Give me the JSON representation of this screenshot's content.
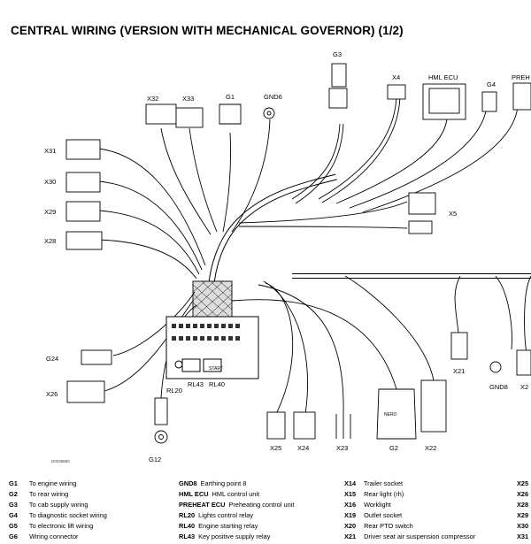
{
  "title": "CENTRAL WIRING (VERSION WITH MECHANICAL GOVERNOR) (1/2)",
  "doc_code": "D0039880",
  "connector_labels": {
    "G3": "G3",
    "X4": "X4",
    "HML_ECU": "HML ECU",
    "G4": "G4",
    "PREH": "PREH",
    "X32": "X32",
    "X33": "X33",
    "G1": "G1",
    "GND6": "GND6",
    "X31": "X31",
    "X30": "X30",
    "X29": "X29",
    "X28": "X28",
    "X5": "X5",
    "G24": "G24",
    "X26": "X26",
    "RL20": "RL20",
    "RL43": "RL43",
    "RL40": "RL40",
    "G12": "G12",
    "X25": "X25",
    "X24": "X24",
    "X23": "X23",
    "G2": "G2",
    "X22": "X22",
    "X21": "X21",
    "GND8": "GND8",
    "X2": "X2",
    "NERO": "NERO",
    "START": "START"
  },
  "legend": {
    "col1": [
      {
        "code": "G1",
        "text": "To engine wiring"
      },
      {
        "code": "G2",
        "text": "To rear wiring"
      },
      {
        "code": "G3",
        "text": "To cab supply wiring"
      },
      {
        "code": "G4",
        "text": "To diagnostic socket wiring"
      },
      {
        "code": "G5",
        "text": "To electronic lift wiring"
      },
      {
        "code": "G6",
        "text": "Wiring connector"
      }
    ],
    "col2": [
      {
        "code": "GND8",
        "text": "Earthing point 8"
      },
      {
        "code": "HML ECU",
        "text": "HML control unit"
      },
      {
        "code": "PREHEAT ECU",
        "text": "Preheating control unit"
      },
      {
        "code": "RL20",
        "text": "Lights control relay"
      },
      {
        "code": "RL40",
        "text": "Engine starting relay"
      },
      {
        "code": "RL43",
        "text": "Key positive supply relay"
      }
    ],
    "col3": [
      {
        "code": "X14",
        "text": "Trailer socket"
      },
      {
        "code": "X15",
        "text": "Rear light (rh)"
      },
      {
        "code": "X16",
        "text": "Worklight"
      },
      {
        "code": "X19",
        "text": "Outlet socket"
      },
      {
        "code": "X20",
        "text": "Rear PTO switch"
      },
      {
        "code": "X21",
        "text": "Driver seat air suspension compressor"
      }
    ],
    "col4": [
      {
        "code": "X25",
        "text": ""
      },
      {
        "code": "X26",
        "text": ""
      },
      {
        "code": "X28",
        "text": ""
      },
      {
        "code": "X29",
        "text": ""
      },
      {
        "code": "X30",
        "text": ""
      },
      {
        "code": "X31",
        "text": ""
      }
    ]
  }
}
